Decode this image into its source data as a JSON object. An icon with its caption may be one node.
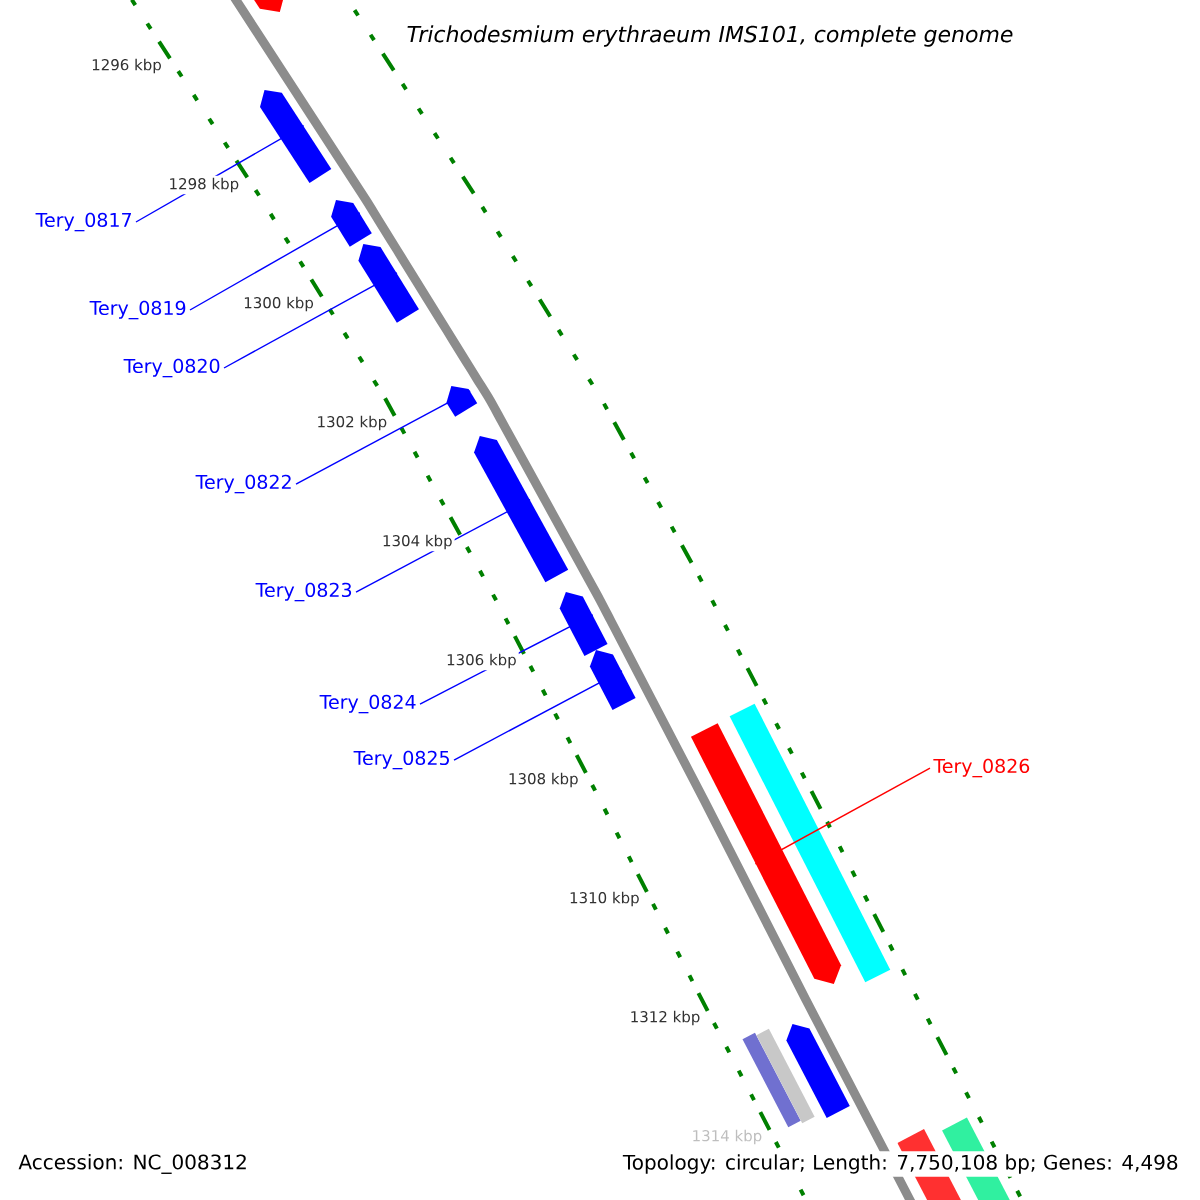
{
  "diagram": {
    "title": "Trichodesmium erythraeum IMS101, complete genome",
    "nodes": [
      {
        "text": [
          "Tery_0817"
        ]
      },
      {
        "text": [
          "Tery_0819"
        ]
      },
      {
        "text": [
          "Tery_0820"
        ]
      },
      {
        "text": [
          "Tery_0822"
        ]
      },
      {
        "text": [
          "Tery_0823"
        ]
      },
      {
        "text": [
          "Tery_0824"
        ]
      },
      {
        "text": [
          "Tery_0825"
        ]
      },
      {
        "text": [
          "Tery_0826"
        ]
      },
      {
        "text": [],
        "shape": "arrow"
      },
      {
        "text": [],
        "shape": "arrow"
      },
      {
        "text": [],
        "shape": "arrow"
      },
      {
        "text": [],
        "shape": "arrow"
      },
      {
        "text": [],
        "shape": "arrow"
      },
      {
        "text": [],
        "shape": "arrow"
      },
      {
        "text": [],
        "shape": "arrow"
      },
      {
        "text": [],
        "shape": "arrow"
      },
      {
        "text": [],
        "shape": "arrow"
      },
      {
        "text": [],
        "shape": "box"
      },
      {
        "text": [],
        "shape": "box"
      },
      {
        "text": [],
        "shape": "box"
      },
      {
        "text": [],
        "shape": "arrow"
      },
      {
        "text": [],
        "shape": "box"
      },
      {
        "text": [],
        "shape": "box"
      }
    ],
    "edges": [
      {
        "from": 0,
        "to": 8,
        "arrow": "none"
      },
      {
        "from": 1,
        "to": 9,
        "arrow": "none"
      },
      {
        "from": 2,
        "to": 10,
        "arrow": "none"
      },
      {
        "from": 3,
        "to": 11,
        "arrow": "none"
      },
      {
        "from": 4,
        "to": 12,
        "arrow": "none"
      },
      {
        "from": 5,
        "to": 13,
        "arrow": "none"
      },
      {
        "from": 6,
        "to": 14,
        "arrow": "none"
      },
      {
        "from": 7,
        "to": 15,
        "arrow": "none",
        "color": "#ff0000"
      }
    ],
    "labels": [
      "1296 kbp",
      "1298 kbp",
      "1300 kbp",
      "1302 kbp",
      "1304 kbp",
      "1306 kbp",
      "1308 kbp",
      "1310 kbp",
      "1312 kbp",
      "1314 kbp",
      "Accession: NC_008312",
      "Topology: circular; Length: 7,750,108 bp; Genes: 4,498"
    ]
  }
}
